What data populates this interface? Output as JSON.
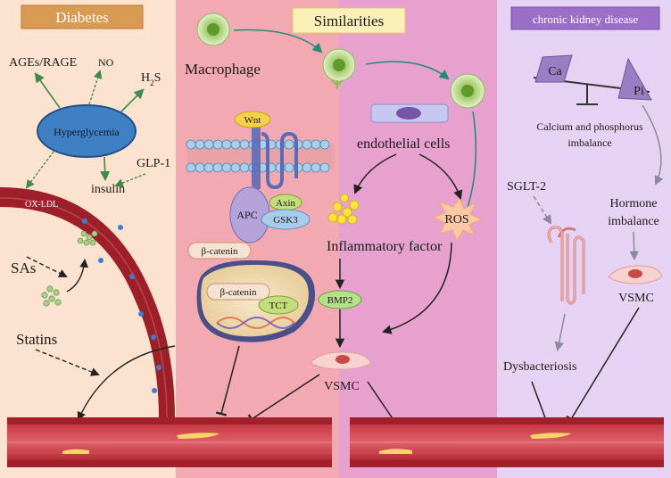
{
  "panels": {
    "diabetes": {
      "title": "Diabetes"
    },
    "similarities": {
      "title": "Similarities"
    },
    "ckd": {
      "title": "chronic kidney disease"
    }
  },
  "diabetes": {
    "hyperglycemia": "Hyperglycemia",
    "ages_rage": "AGEs/RAGE",
    "no": "NO",
    "h2s": "H",
    "h2s_sub": "2",
    "h2s_tail": "S",
    "glp1": "GLP-1",
    "ox_ldl": "OX-LDL",
    "insulin": "insulin",
    "sas": "SAs",
    "statins": "Statins"
  },
  "similarities": {
    "macrophage": "Macrophage",
    "wnt": "Wnt",
    "axin": "Axin",
    "gsk3": "GSK3",
    "apc": "APC",
    "beta_catenin_cyto": "β-catenin",
    "beta_catenin_nuc": "β-catenin",
    "tct": "TCT",
    "endothelial": "endothelial cells",
    "ros": "ROS",
    "inflammatory": "Inflammatory factor",
    "bmp2": "BMP2",
    "vsmc": "VSMC"
  },
  "ckd": {
    "ca": "Ca",
    "pi": "Pi",
    "imbalance_line1": "Calcium and phosphorus",
    "imbalance_line2": "imbalance",
    "sglt2": "SGLT-2",
    "hormone_line1": "Hormone",
    "hormone_line2": "imbalance",
    "vsmc": "VSMC",
    "dysbacteriosis": "Dysbacteriosis"
  },
  "colors": {
    "diabetes_bg": "#fbe3cf",
    "sim_left_bg": "#f3a9b2",
    "sim_right_bg": "#e7a1cf",
    "ckd_bg": "#e6d3f3",
    "vessel": "#a2202b",
    "hyperglycemia": "#3f7fc4",
    "arrow_green": "#3f8a4f",
    "teal_arrow": "#2a8a7a"
  }
}
